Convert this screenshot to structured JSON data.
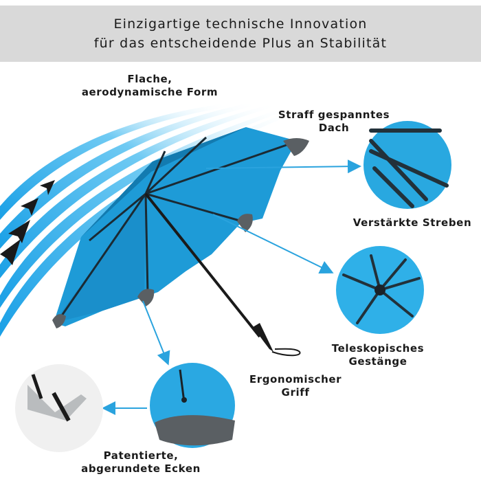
{
  "header": {
    "line1": "Einzigartige technische Innovation",
    "line2": "für das entscheidende Plus an Stabilität"
  },
  "labels": {
    "shape": [
      "Flache,",
      "aerodynamische Form"
    ],
    "roof": [
      "Straff gespanntes",
      "Dach"
    ],
    "struts": [
      "Verstärkte Streben"
    ],
    "telescope": [
      "Teleskopisches",
      "Gestänge"
    ],
    "grip": [
      "Ergonomischer",
      "Griff"
    ],
    "corners": [
      "Patentierte,",
      "abgerundete Ecken"
    ]
  },
  "colors": {
    "umbrella_blue": "#1e9bd7",
    "umbrella_dark": "#137bb0",
    "tip_gray": "#5a5f63",
    "arrow_blue": "#2aa3de",
    "header_bg": "#d9d9d9"
  }
}
